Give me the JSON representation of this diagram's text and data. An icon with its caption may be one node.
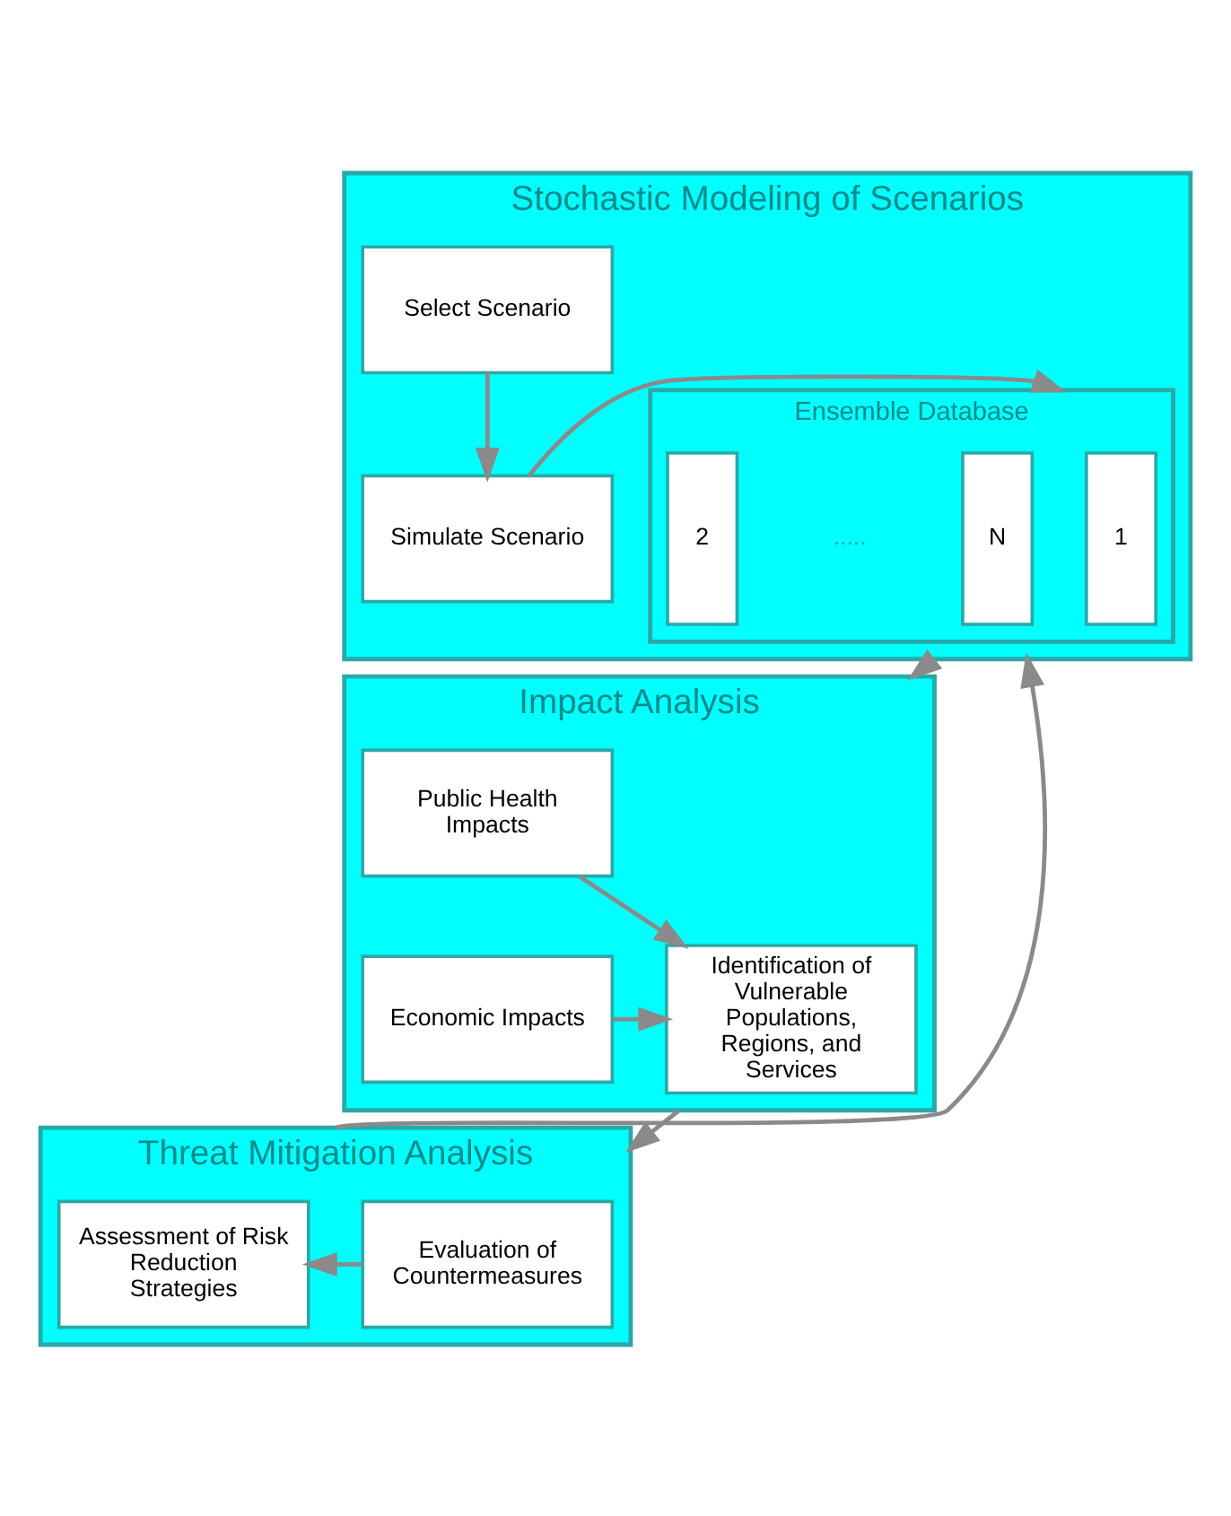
{
  "diagram": {
    "nodes": [
      {
        "text": [
          "Stochastic Modeling of Scenarios"
        ]
      },
      {
        "text": [
          "Select Scenario"
        ],
        "in": 0
      },
      {
        "text": [
          "Simulate Scenario"
        ],
        "in": 0
      },
      {
        "text": [
          "Ensemble Database"
        ],
        "in": 0
      },
      {
        "text": [
          "1"
        ],
        "in": 3
      },
      {
        "text": [
          "2"
        ],
        "in": 3
      },
      {
        "text": [
          "N"
        ],
        "in": 3
      },
      {
        "text": [
          "Impact Analysis"
        ]
      },
      {
        "text": [
          "Public Health Impacts"
        ],
        "in": 7
      },
      {
        "text": [
          "Economic Impacts"
        ],
        "in": 7
      },
      {
        "text": [
          "Identification of Vulnerable Populations, Regions, and Services"
        ],
        "in": 7
      },
      {
        "text": [
          "Threat Mitigation Analysis"
        ]
      },
      {
        "text": [
          "Evaluation of Countermeasures"
        ],
        "in": 11
      },
      {
        "text": [
          "Assessment of Risk Reduction Strategies"
        ],
        "in": 11
      }
    ],
    "edges": [
      {
        "from": 1,
        "to": 2,
        "arrow": "to"
      },
      {
        "from": 2,
        "to": 3,
        "arrow": "to"
      },
      {
        "from": 0,
        "to": 7,
        "arrow": "to"
      },
      {
        "from": 8,
        "to": 10,
        "arrow": "to"
      },
      {
        "from": 9,
        "to": 10,
        "arrow": "to"
      },
      {
        "from": 7,
        "to": 11,
        "arrow": "to"
      },
      {
        "from": 12,
        "to": 13,
        "arrow": "to"
      },
      {
        "from": 11,
        "to": 0,
        "arrow": "to"
      }
    ],
    "labels": [
      "....."
    ]
  }
}
